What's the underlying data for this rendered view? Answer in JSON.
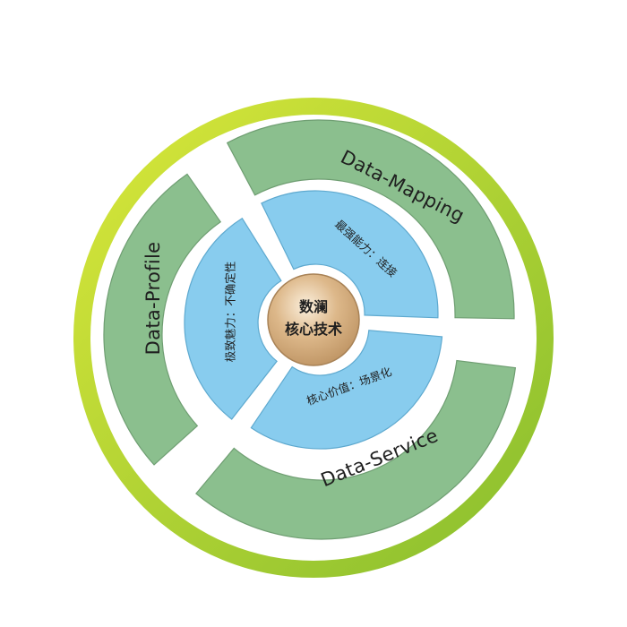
{
  "center": {
    "line1": "数澜",
    "line2": "核心技术"
  },
  "segments": [
    {
      "outer_label": "Data-Mapping",
      "inner_label": "最强能力：连接"
    },
    {
      "outer_label": "Data-Service",
      "inner_label": "核心价值：场景化"
    },
    {
      "outer_label": "Data-Profile",
      "inner_label": "极致魅力：不确定性"
    }
  ],
  "colors": {
    "ring_light": "#dbe83a",
    "ring_dark": "#86bd2e",
    "outer_segment_fill": "#8bbf8e",
    "outer_segment_stroke": "#6f9e72",
    "inner_segment_fill": "#88ccee",
    "inner_segment_stroke": "#5ea9cf",
    "center_fill": "#ddb88a",
    "center_stroke": "#a88256"
  }
}
